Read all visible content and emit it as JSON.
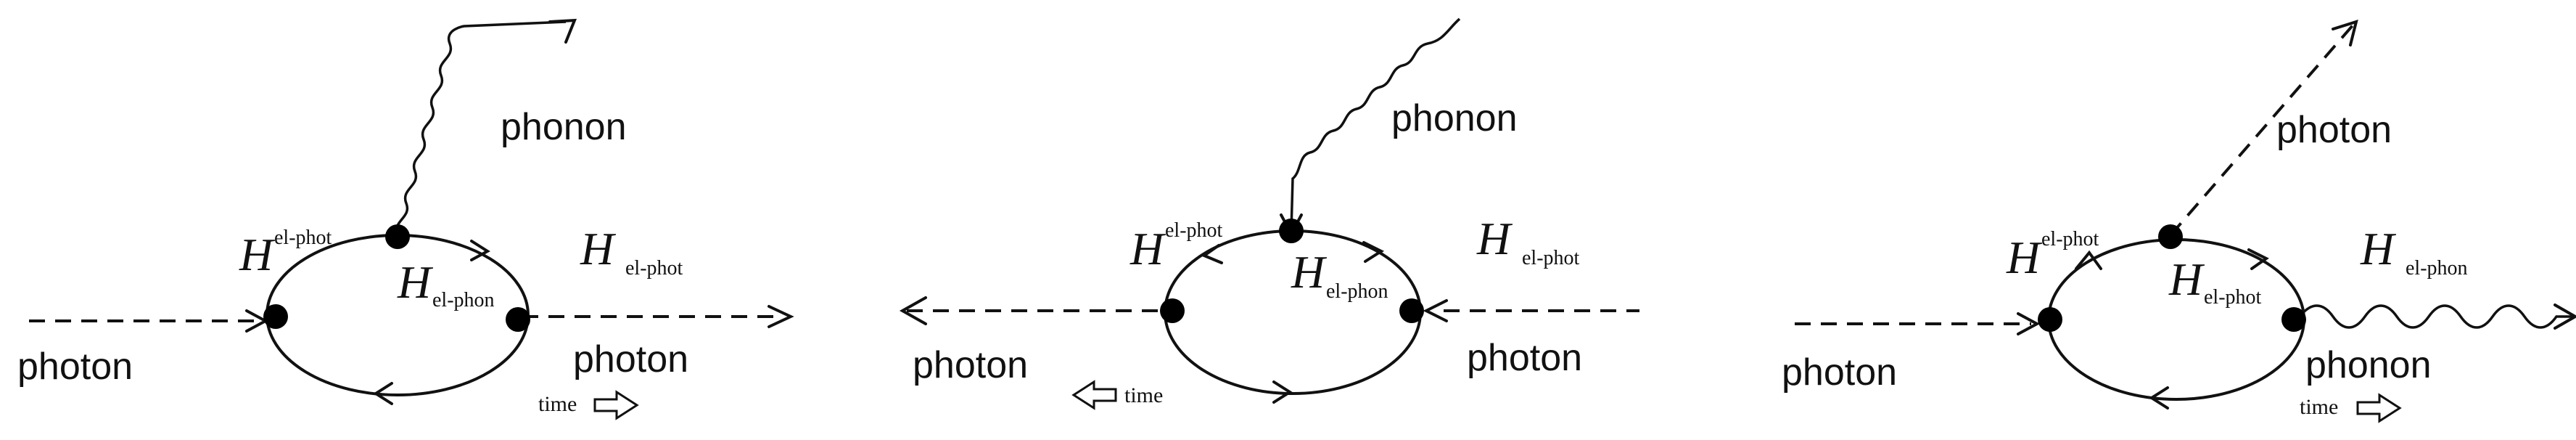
{
  "diagrams": [
    {
      "photon_in": "photon",
      "photon_out": "photon",
      "boson": "phonon",
      "h_main": "H",
      "h_top_sup": "el-phot",
      "h_inner_sub": "el-phon",
      "h_right_sub": "el-phot",
      "time_label": "time"
    },
    {
      "photon_in": "photon",
      "photon_out": "photon",
      "boson": "phonon",
      "h_main": "H",
      "h_top_sup": "el-phot",
      "h_inner_sub": "el-phon",
      "h_right_sub": "el-phot",
      "time_label": "time"
    },
    {
      "photon_in": "photon",
      "photon_out": "photon",
      "boson": "phonon",
      "h_main": "H",
      "h_top_sup": "el-phot",
      "h_inner_sub": "el-phot",
      "h_right_sub": "el-phon",
      "time_label": "time"
    }
  ]
}
